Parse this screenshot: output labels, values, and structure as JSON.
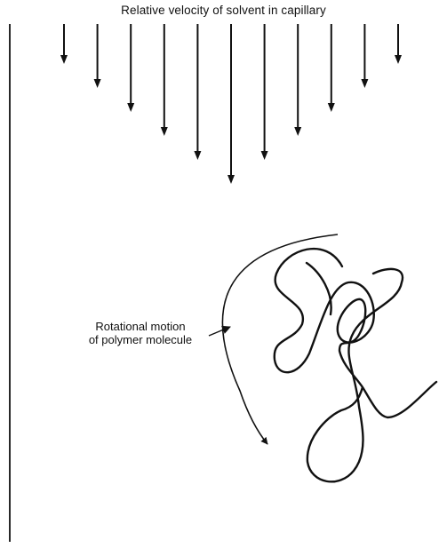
{
  "title": "Relative velocity of solvent in capillary",
  "rotation_label": {
    "line1": "Rotational motion",
    "line2": "of polymer molecule"
  },
  "velocity_profile": {
    "arrow_count": 11,
    "relative_lengths": [
      0.25,
      0.4,
      0.55,
      0.7,
      0.85,
      1.0,
      0.85,
      0.7,
      0.55,
      0.4,
      0.25
    ]
  },
  "colors": {
    "ink": "#111111",
    "background": "#ffffff"
  }
}
